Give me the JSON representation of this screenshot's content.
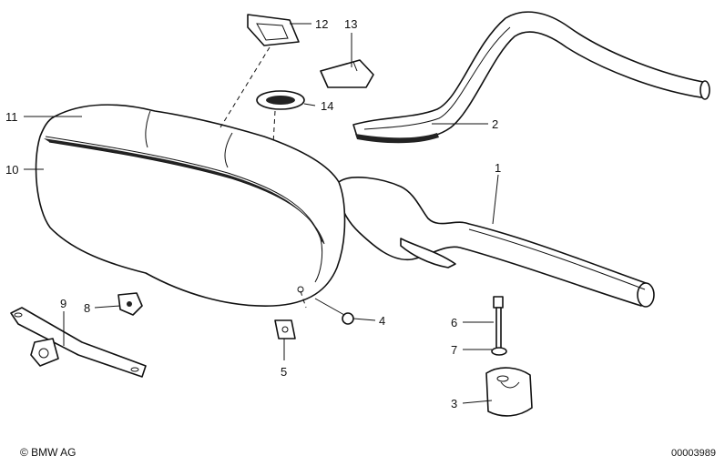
{
  "callouts": [
    {
      "id": "1",
      "label": "1"
    },
    {
      "id": "2",
      "label": "2"
    },
    {
      "id": "3",
      "label": "3"
    },
    {
      "id": "4",
      "label": "4"
    },
    {
      "id": "5",
      "label": "5"
    },
    {
      "id": "6",
      "label": "6"
    },
    {
      "id": "7",
      "label": "7"
    },
    {
      "id": "8",
      "label": "8"
    },
    {
      "id": "9",
      "label": "9"
    },
    {
      "id": "10",
      "label": "10"
    },
    {
      "id": "11",
      "label": "11"
    },
    {
      "id": "12",
      "label": "12"
    },
    {
      "id": "13",
      "label": "13"
    },
    {
      "id": "14",
      "label": "14"
    }
  ],
  "footer": {
    "copyright": "© BMW AG",
    "diagram_number": "00003989"
  }
}
